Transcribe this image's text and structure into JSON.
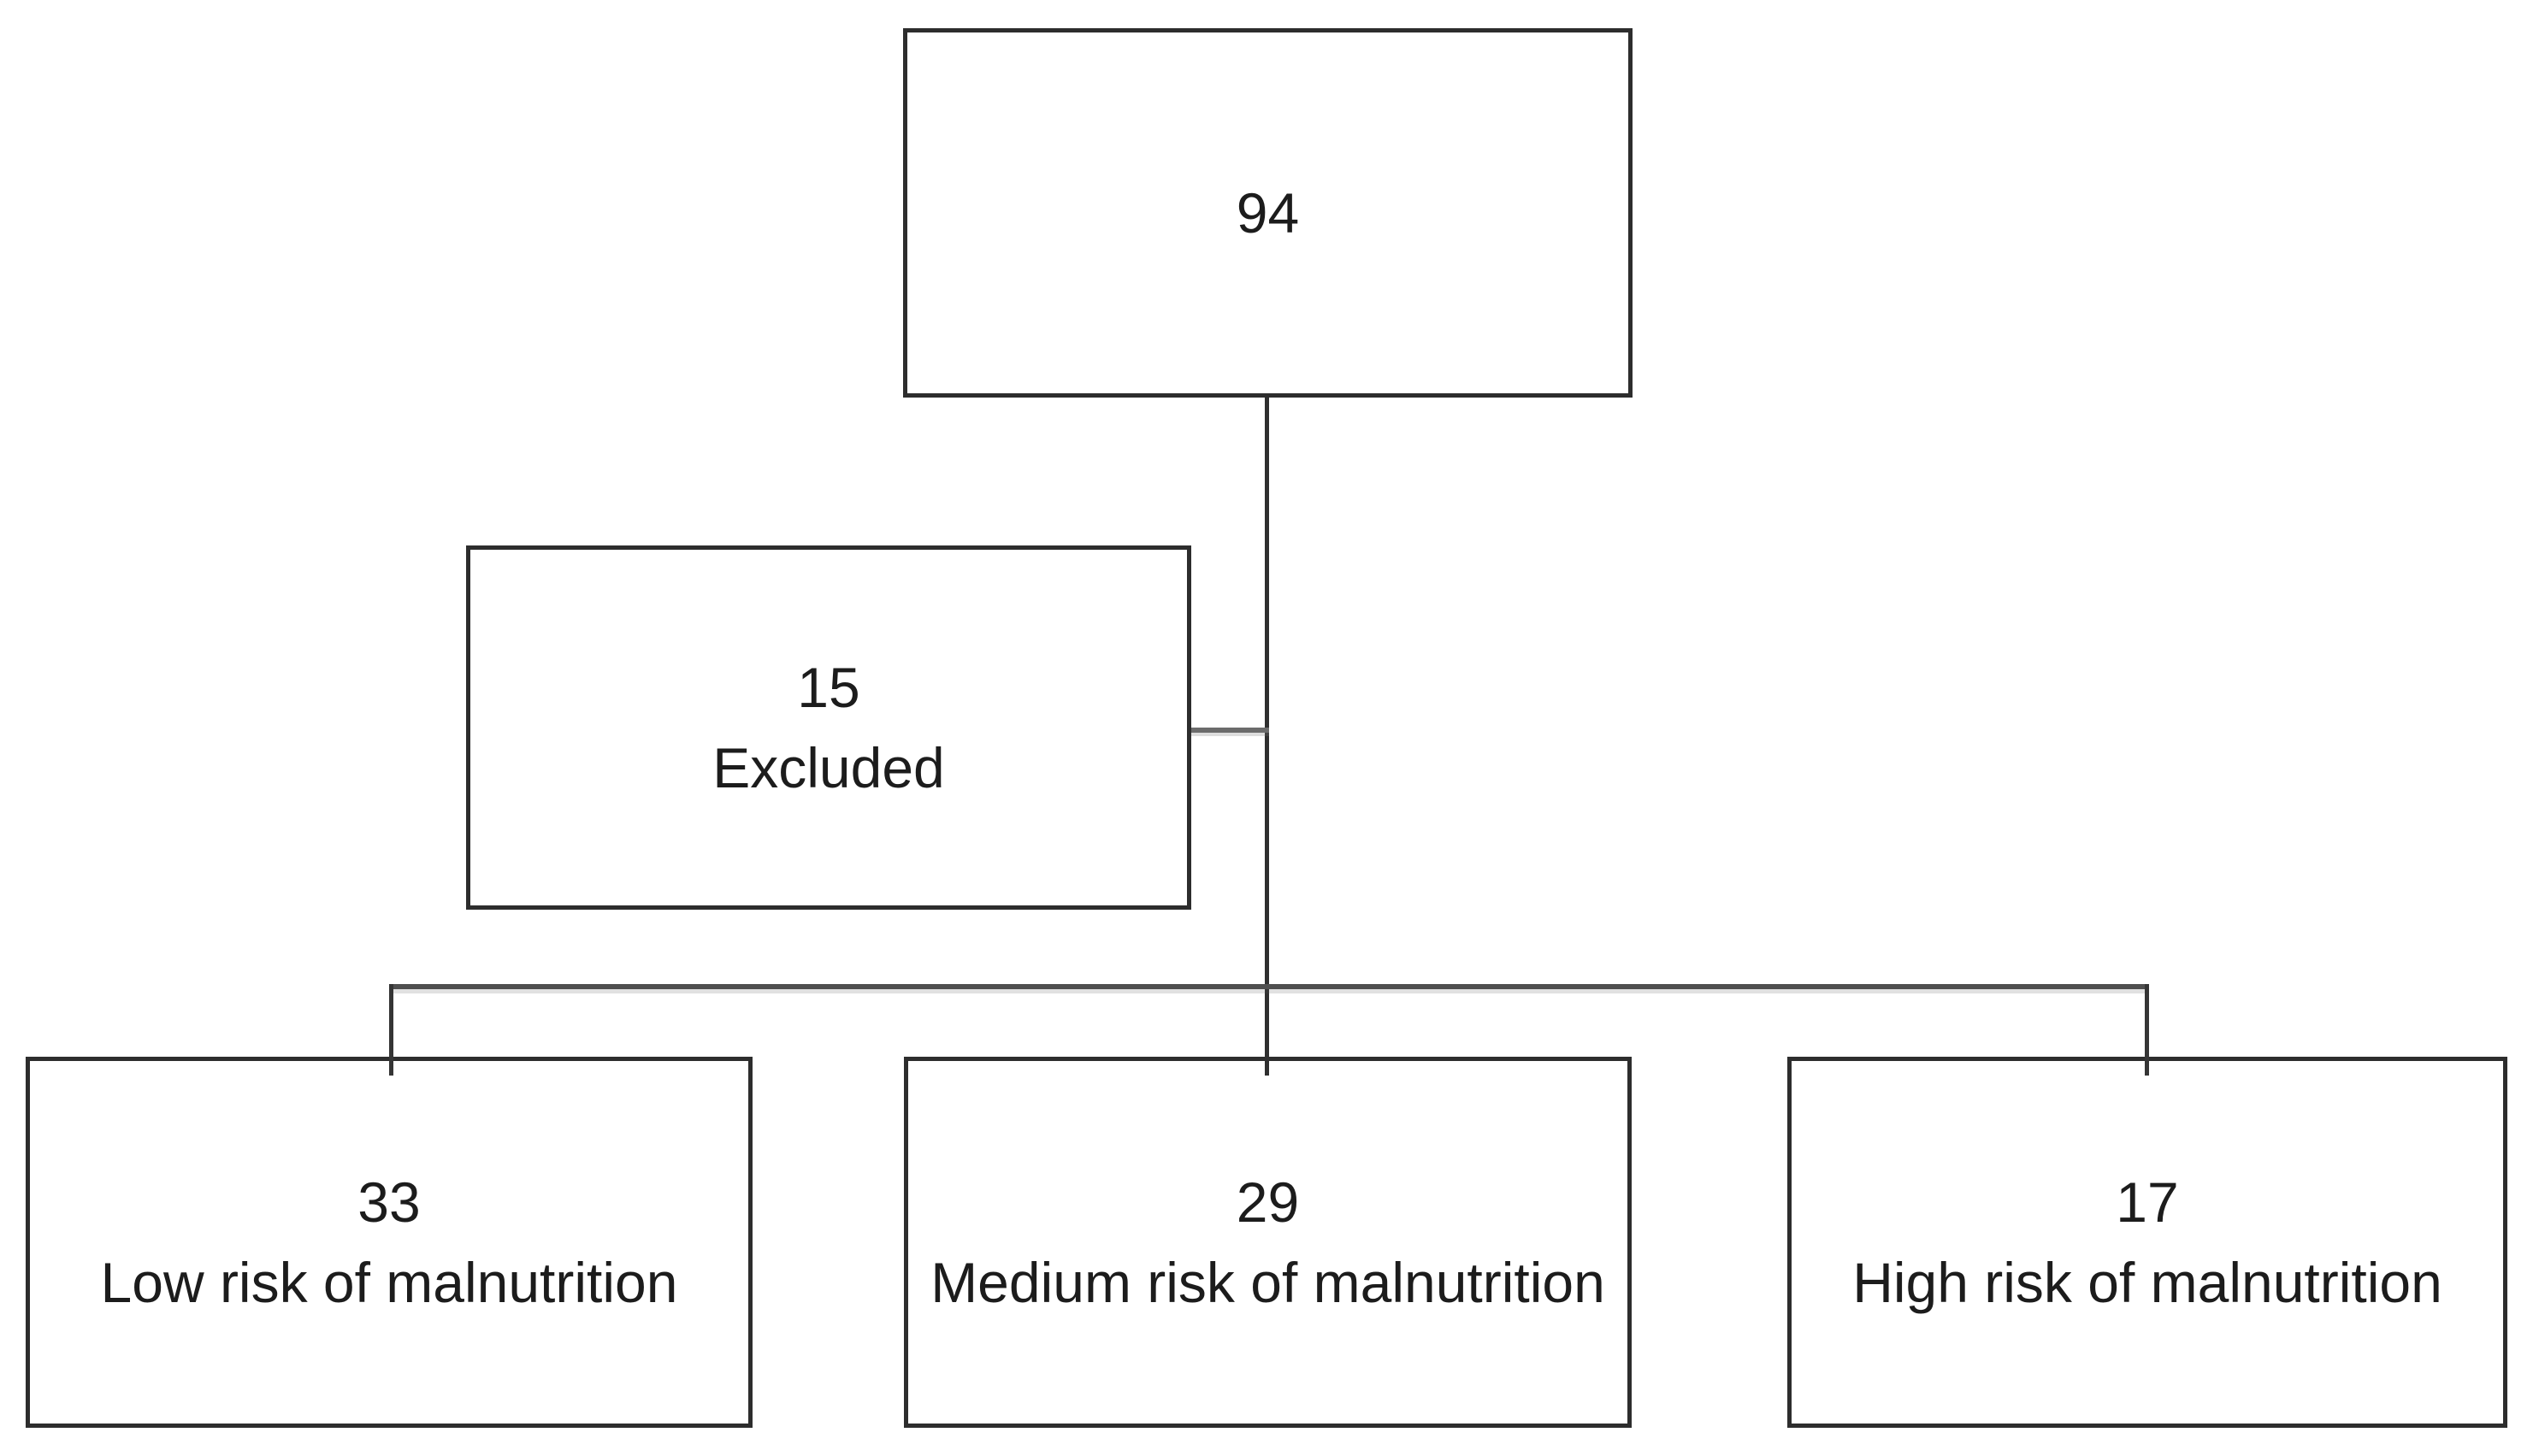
{
  "diagram": {
    "type": "flowchart",
    "background_color": "#ffffff",
    "box_border_color": "#2d2d2d",
    "connector_color": "#4f4f4f",
    "text_color": "#1c1c1c",
    "nodes": {
      "total": {
        "value": "94",
        "label": ""
      },
      "excluded": {
        "value": "15",
        "label": "Excluded"
      },
      "low": {
        "value": "33",
        "label": "Low risk of malnutrition"
      },
      "medium": {
        "value": "29",
        "label": "Medium risk of malnutrition"
      },
      "high": {
        "value": "17",
        "label": "High risk of malnutrition"
      }
    }
  }
}
